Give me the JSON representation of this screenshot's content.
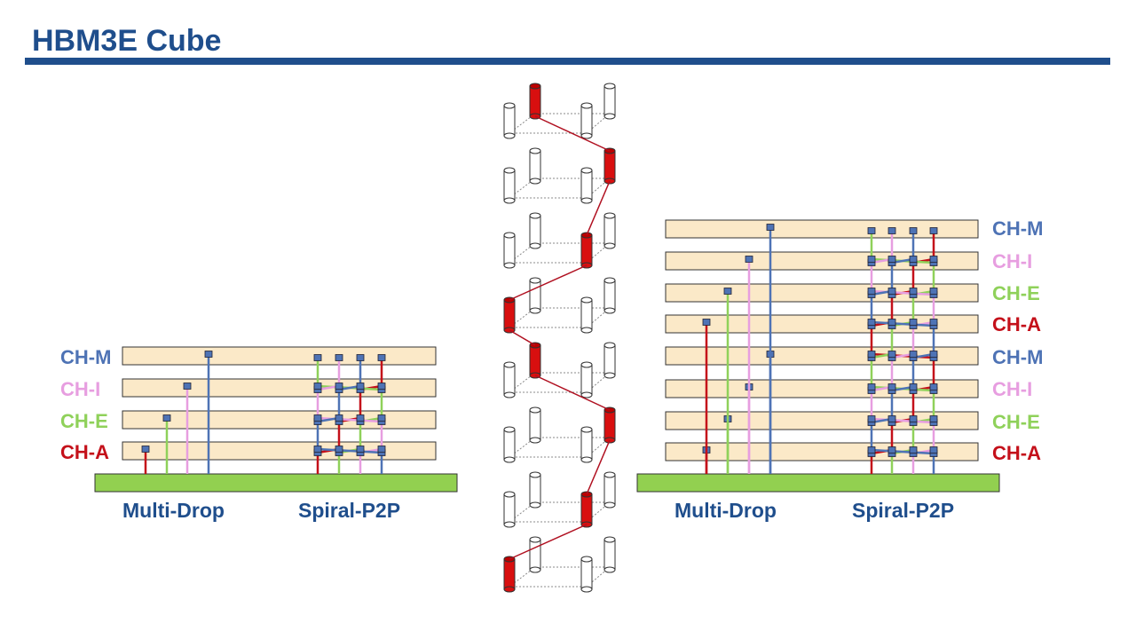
{
  "header": {
    "title": "HBM3E Cube"
  },
  "colors": {
    "title_blue": "#1f4e8c",
    "ch_m": "#4e73b5",
    "ch_i": "#e79ee0",
    "ch_e": "#8fd15a",
    "ch_a": "#c4101a",
    "die_fill": "#fbe9c8",
    "base_fill": "#92d050",
    "tsv_active": "#d80f0f"
  },
  "left_stack": {
    "channel_labels": [
      "CH-M",
      "CH-I",
      "CH-E",
      "CH-A"
    ],
    "captions": {
      "multi_drop": "Multi-Drop",
      "spiral": "Spiral-P2P"
    }
  },
  "right_stack": {
    "channel_labels": [
      "CH-M",
      "CH-I",
      "CH-E",
      "CH-A",
      "CH-M",
      "CH-I",
      "CH-E",
      "CH-A"
    ],
    "captions": {
      "multi_drop": "Multi-Drop",
      "spiral": "Spiral-P2P"
    }
  },
  "center": {
    "die_count": 8,
    "icon": "tsv-spiral-cylinders"
  }
}
